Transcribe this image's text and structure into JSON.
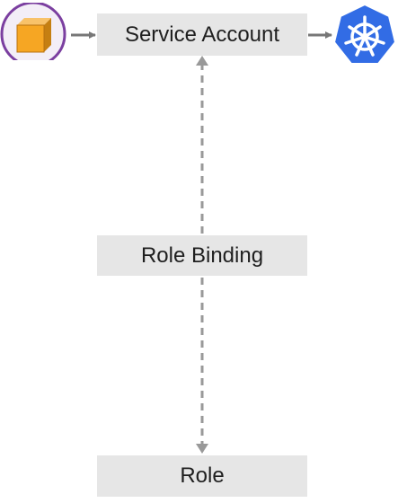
{
  "nodes": {
    "service_account": "Service Account",
    "role_binding": "Role Binding",
    "role": "Role"
  },
  "icons": {
    "workload": "pod-cube-icon",
    "cluster": "kubernetes-icon"
  },
  "colors": {
    "box_fill": "#e6e6e6",
    "connector": "#777777",
    "pod_ring": "#7b3fa0",
    "pod_cube": "#f6a623",
    "kubernetes_blue": "#326ce5"
  }
}
